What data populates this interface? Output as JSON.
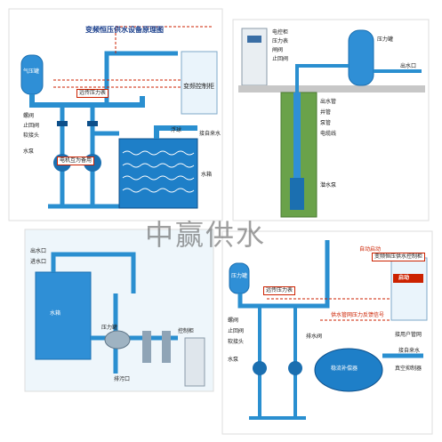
{
  "panel1": {
    "title": "变频恒压供水设备原理图",
    "tank_label": "气压罐",
    "cabinet_label": "变频控制柜",
    "valve_labels": [
      "螺阀",
      "止回阀",
      "软接头",
      "水泵"
    ],
    "gauge_label": "远传压力表",
    "float_label": "浮球",
    "inlet_label": "接自来水",
    "reservoir_label": "水箱",
    "pump_note": "电机互为备用"
  },
  "panel2": {
    "labels": [
      "电控柜",
      "压力表",
      "闸阀",
      "止回阀",
      "出水管",
      "井管",
      "泵管",
      "电缆线",
      "潜水泵",
      "压力罐",
      "出水口"
    ]
  },
  "panel3": {
    "labels": [
      "出水口",
      "进水口",
      "压力罐",
      "控制柜",
      "排污口",
      "水箱"
    ]
  },
  "panel4": {
    "tank_label": "压力罐",
    "start_label": "启动",
    "cabinet_title": "变频恒压供水控制柜",
    "auto_label": "自动启动",
    "gauge_label": "远传压力表",
    "valve_labels": [
      "螺阀",
      "止回阀",
      "软接头",
      "水泵"
    ],
    "discharge_label": "排水阀",
    "steady_tank_label": "稳流补偿器",
    "inlet_label": "接自来水",
    "pressure_note": "供水管网压力反馈信号",
    "float_label": "真空抑制器",
    "pipe_label": "接用户管网"
  },
  "watermark": "中赢供水",
  "colors": {
    "pipe": "#2a8fd0",
    "pipe_dark": "#1b6fb0",
    "water": "#1e7fc8",
    "signal": "#cc2200",
    "tank": "#2f8fd6"
  }
}
